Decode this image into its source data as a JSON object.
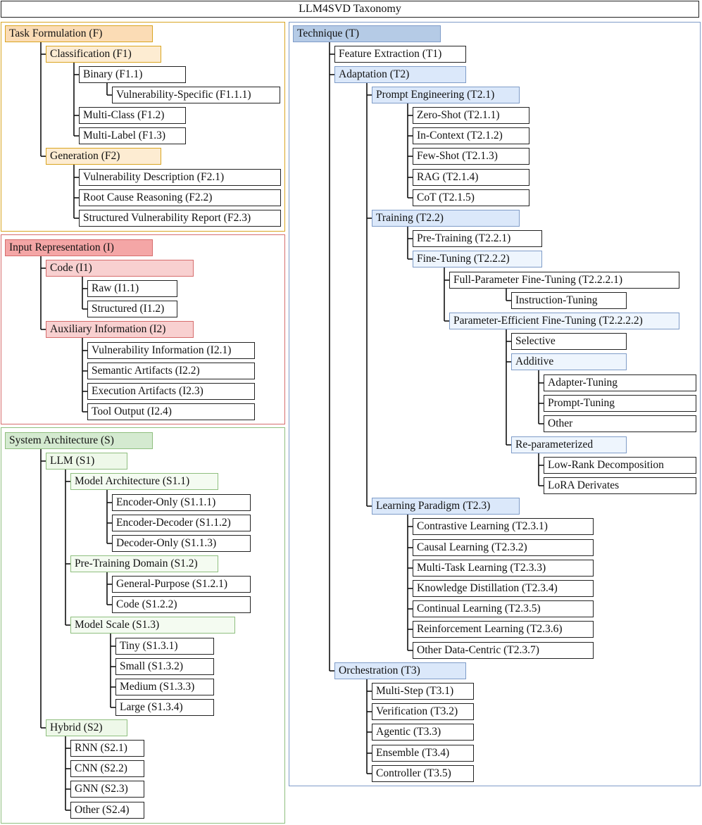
{
  "title": "LLM4SVD Taxonomy",
  "colors": {
    "F": {
      "border": "#d9a521",
      "header": "#fbdcb5",
      "sub": "#fdecd2"
    },
    "I": {
      "border": "#d66d6d",
      "header": "#f4a6a6",
      "sub": "#f8d0d0"
    },
    "S": {
      "border": "#8fbf7f",
      "header": "#d4ead0",
      "sub": "#eef8e9",
      "deep": "#f4fbf1"
    },
    "T": {
      "border": "#7f9cc8",
      "header": "#b5cbe6",
      "sub": "#dbe8fa",
      "deep": "#eef5fd"
    }
  },
  "panels": [
    {
      "id": "F",
      "name": "panel-task-formulation"
    },
    {
      "id": "I",
      "name": "panel-input-representation"
    },
    {
      "id": "S",
      "name": "panel-system-architecture"
    },
    {
      "id": "T",
      "name": "panel-technique"
    }
  ],
  "nodes": [
    {
      "id": "F",
      "label": "Task Formulation (F)",
      "fill": "F.header"
    },
    {
      "id": "F1",
      "label": "Classification (F1)",
      "fill": "F.sub"
    },
    {
      "id": "F1.1",
      "label": "Binary (F1.1)"
    },
    {
      "id": "F1.1.1",
      "label": "Vulnerability-Specific (F1.1.1)"
    },
    {
      "id": "F1.2",
      "label": "Multi-Class (F1.2)"
    },
    {
      "id": "F1.3",
      "label": "Multi-Label (F1.3)"
    },
    {
      "id": "F2",
      "label": "Generation (F2)",
      "fill": "F.sub"
    },
    {
      "id": "F2.1",
      "label": "Vulnerability Description (F2.1)"
    },
    {
      "id": "F2.2",
      "label": "Root Cause Reasoning (F2.2)"
    },
    {
      "id": "F2.3",
      "label": "Structured Vulnerability Report (F2.3)"
    },
    {
      "id": "I",
      "label": "Input Representation (I)",
      "fill": "I.header"
    },
    {
      "id": "I1",
      "label": "Code (I1)",
      "fill": "I.sub"
    },
    {
      "id": "I1.1",
      "label": "Raw (I1.1)"
    },
    {
      "id": "I1.2",
      "label": "Structured (I1.2)"
    },
    {
      "id": "I2",
      "label": "Auxiliary Information (I2)",
      "fill": "I.sub"
    },
    {
      "id": "I2.1",
      "label": "Vulnerability Information (I2.1)"
    },
    {
      "id": "I2.2",
      "label": "Semantic Artifacts (I2.2)"
    },
    {
      "id": "I2.3",
      "label": "Execution Artifacts (I2.3)"
    },
    {
      "id": "I2.4",
      "label": "Tool Output (I2.4)"
    },
    {
      "id": "S",
      "label": "System Architecture (S)",
      "fill": "S.header"
    },
    {
      "id": "S1",
      "label": "LLM (S1)",
      "fill": "S.sub"
    },
    {
      "id": "S1.1",
      "label": "Model Architecture (S1.1)",
      "fill": "S.deep"
    },
    {
      "id": "S1.1.1",
      "label": "Encoder-Only (S1.1.1)"
    },
    {
      "id": "S1.1.2",
      "label": "Encoder-Decoder (S1.1.2)"
    },
    {
      "id": "S1.1.3",
      "label": "Decoder-Only (S1.1.3)"
    },
    {
      "id": "S1.2",
      "label": "Pre-Training Domain (S1.2)",
      "fill": "S.deep"
    },
    {
      "id": "S1.2.1",
      "label": "General-Purpose (S1.2.1)"
    },
    {
      "id": "S1.2.2",
      "label": "Code (S1.2.2)"
    },
    {
      "id": "S1.3",
      "label": "Model Scale (S1.3)",
      "fill": "S.deep"
    },
    {
      "id": "S1.3.1",
      "label": "Tiny (S1.3.1)"
    },
    {
      "id": "S1.3.2",
      "label": "Small (S1.3.2)"
    },
    {
      "id": "S1.3.3",
      "label": "Medium (S1.3.3)"
    },
    {
      "id": "S1.3.4",
      "label": "Large (S1.3.4)"
    },
    {
      "id": "S2",
      "label": "Hybrid (S2)",
      "fill": "S.sub"
    },
    {
      "id": "S2.1",
      "label": "RNN (S2.1)"
    },
    {
      "id": "S2.2",
      "label": "CNN (S2.2)"
    },
    {
      "id": "S2.3",
      "label": "GNN (S2.3)"
    },
    {
      "id": "S2.4",
      "label": "Other (S2.4)"
    },
    {
      "id": "T",
      "label": "Technique (T)",
      "fill": "T.header"
    },
    {
      "id": "T1",
      "label": "Feature Extraction (T1)"
    },
    {
      "id": "T2",
      "label": "Adaptation (T2)",
      "fill": "T.sub"
    },
    {
      "id": "T2.1",
      "label": "Prompt Engineering (T2.1)",
      "fill": "T.sub"
    },
    {
      "id": "T2.1.1",
      "label": "Zero-Shot (T2.1.1)"
    },
    {
      "id": "T2.1.2",
      "label": "In-Context (T2.1.2)"
    },
    {
      "id": "T2.1.3",
      "label": "Few-Shot (T2.1.3)"
    },
    {
      "id": "T2.1.4",
      "label": "RAG (T2.1.4)"
    },
    {
      "id": "T2.1.5",
      "label": "CoT (T2.1.5)"
    },
    {
      "id": "T2.2",
      "label": "Training (T2.2)",
      "fill": "T.sub"
    },
    {
      "id": "T2.2.1",
      "label": "Pre-Training (T2.2.1)"
    },
    {
      "id": "T2.2.2",
      "label": "Fine-Tuning (T2.2.2)",
      "fill": "T.deep"
    },
    {
      "id": "T2.2.2.1",
      "label": "Full-Parameter Fine-Tuning (T2.2.2.1)"
    },
    {
      "id": "IT",
      "label": "Instruction-Tuning"
    },
    {
      "id": "T2.2.2.2",
      "label": "Parameter-Efficient Fine-Tuning (T2.2.2.2)",
      "fill": "T.deep"
    },
    {
      "id": "SEL",
      "label": "Selective"
    },
    {
      "id": "ADD",
      "label": "Additive",
      "fill": "T.deep"
    },
    {
      "id": "ADT",
      "label": "Adapter-Tuning"
    },
    {
      "id": "PT",
      "label": "Prompt-Tuning"
    },
    {
      "id": "OTH",
      "label": "Other"
    },
    {
      "id": "REP",
      "label": "Re-parameterized",
      "fill": "T.deep"
    },
    {
      "id": "LRD",
      "label": "Low-Rank Decomposition"
    },
    {
      "id": "LORA",
      "label": "LoRA Derivates"
    },
    {
      "id": "T2.3",
      "label": "Learning Paradigm (T2.3)",
      "fill": "T.sub"
    },
    {
      "id": "T2.3.1",
      "label": "Contrastive Learning (T2.3.1)"
    },
    {
      "id": "T2.3.2",
      "label": "Causal Learning (T2.3.2)"
    },
    {
      "id": "T2.3.3",
      "label": "Multi-Task Learning (T2.3.3)"
    },
    {
      "id": "T2.3.4",
      "label": "Knowledge Distillation (T2.3.4)"
    },
    {
      "id": "T2.3.5",
      "label": "Continual Learning (T2.3.5)"
    },
    {
      "id": "T2.3.6",
      "label": "Reinforcement Learning (T2.3.6)"
    },
    {
      "id": "T2.3.7",
      "label": "Other Data-Centric (T2.3.7)"
    },
    {
      "id": "T3",
      "label": "Orchestration (T3)",
      "fill": "T.sub"
    },
    {
      "id": "T3.1",
      "label": "Multi-Step (T3.1)"
    },
    {
      "id": "T3.2",
      "label": "Verification (T3.2)"
    },
    {
      "id": "T3.3",
      "label": "Agentic (T3.3)"
    },
    {
      "id": "T3.4",
      "label": "Ensemble (T3.4)"
    },
    {
      "id": "T3.5",
      "label": "Controller (T3.5)"
    }
  ],
  "links": [
    [
      "F",
      "F1"
    ],
    [
      "F",
      "F2"
    ],
    [
      "F1",
      "F1.1"
    ],
    [
      "F1",
      "F1.2"
    ],
    [
      "F1",
      "F1.3"
    ],
    [
      "F1.1",
      "F1.1.1"
    ],
    [
      "F2",
      "F2.1"
    ],
    [
      "F2",
      "F2.2"
    ],
    [
      "F2",
      "F2.3"
    ],
    [
      "I",
      "I1"
    ],
    [
      "I",
      "I2"
    ],
    [
      "I1",
      "I1.1"
    ],
    [
      "I1",
      "I1.2"
    ],
    [
      "I2",
      "I2.1"
    ],
    [
      "I2",
      "I2.2"
    ],
    [
      "I2",
      "I2.3"
    ],
    [
      "I2",
      "I2.4"
    ],
    [
      "S",
      "S1"
    ],
    [
      "S",
      "S2"
    ],
    [
      "S1",
      "S1.1"
    ],
    [
      "S1",
      "S1.2"
    ],
    [
      "S1",
      "S1.3"
    ],
    [
      "S1.1",
      "S1.1.1"
    ],
    [
      "S1.1",
      "S1.1.2"
    ],
    [
      "S1.1",
      "S1.1.3"
    ],
    [
      "S1.2",
      "S1.2.1"
    ],
    [
      "S1.2",
      "S1.2.2"
    ],
    [
      "S1.3",
      "S1.3.1"
    ],
    [
      "S1.3",
      "S1.3.2"
    ],
    [
      "S1.3",
      "S1.3.3"
    ],
    [
      "S1.3",
      "S1.3.4"
    ],
    [
      "S2",
      "S2.1"
    ],
    [
      "S2",
      "S2.2"
    ],
    [
      "S2",
      "S2.3"
    ],
    [
      "S2",
      "S2.4"
    ],
    [
      "T",
      "T1"
    ],
    [
      "T",
      "T2"
    ],
    [
      "T",
      "T3"
    ],
    [
      "T2",
      "T2.1"
    ],
    [
      "T2",
      "T2.2"
    ],
    [
      "T2",
      "T2.3"
    ],
    [
      "T2.1",
      "T2.1.1"
    ],
    [
      "T2.1",
      "T2.1.2"
    ],
    [
      "T2.1",
      "T2.1.3"
    ],
    [
      "T2.1",
      "T2.1.4"
    ],
    [
      "T2.1",
      "T2.1.5"
    ],
    [
      "T2.2",
      "T2.2.1"
    ],
    [
      "T2.2",
      "T2.2.2"
    ],
    [
      "T2.2.2",
      "T2.2.2.1"
    ],
    [
      "T2.2.2",
      "T2.2.2.2"
    ],
    [
      "T2.2.2.1",
      "IT"
    ],
    [
      "T2.2.2.2",
      "SEL"
    ],
    [
      "T2.2.2.2",
      "ADD"
    ],
    [
      "T2.2.2.2",
      "REP"
    ],
    [
      "ADD",
      "ADT"
    ],
    [
      "ADD",
      "PT"
    ],
    [
      "ADD",
      "OTH"
    ],
    [
      "REP",
      "LRD"
    ],
    [
      "REP",
      "LORA"
    ],
    [
      "T2.3",
      "T2.3.1"
    ],
    [
      "T2.3",
      "T2.3.2"
    ],
    [
      "T2.3",
      "T2.3.3"
    ],
    [
      "T2.3",
      "T2.3.4"
    ],
    [
      "T2.3",
      "T2.3.5"
    ],
    [
      "T2.3",
      "T2.3.6"
    ],
    [
      "T2.3",
      "T2.3.7"
    ],
    [
      "T3",
      "T3.1"
    ],
    [
      "T3",
      "T3.2"
    ],
    [
      "T3",
      "T3.3"
    ],
    [
      "T3",
      "T3.4"
    ],
    [
      "T3",
      "T3.5"
    ]
  ]
}
